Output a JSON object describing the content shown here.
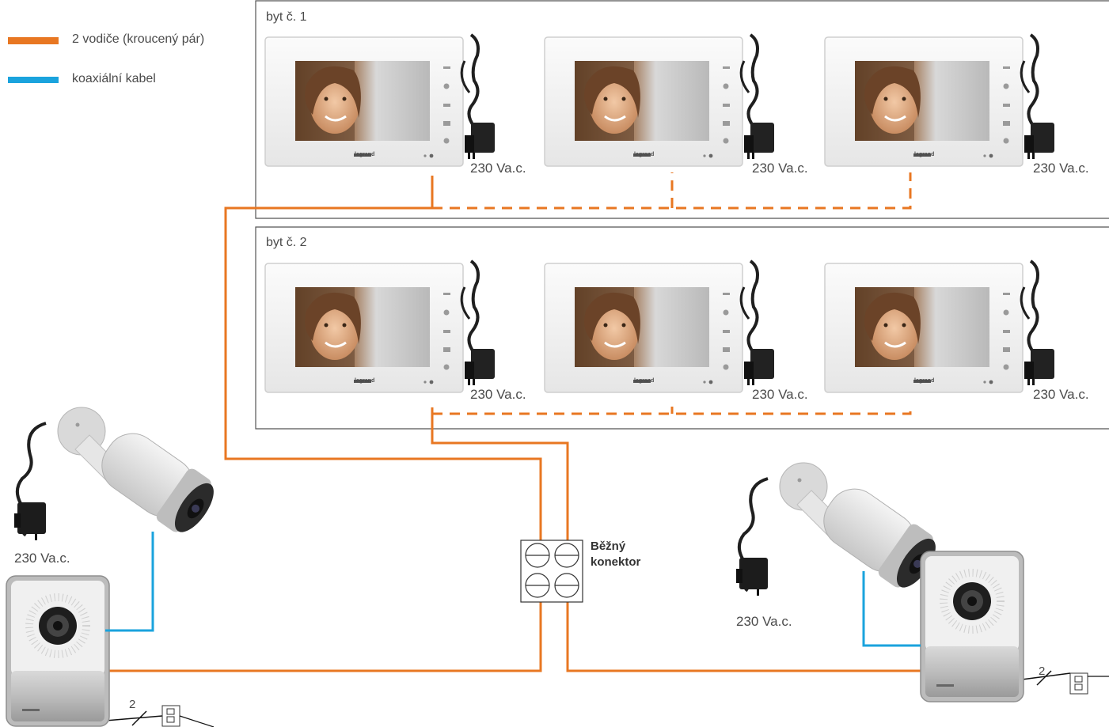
{
  "legend": {
    "items": [
      {
        "label": "2 vodiče (kroucený pár)",
        "color": "#e87722"
      },
      {
        "label": "koaxiální kabel",
        "color": "#1aa3dd"
      }
    ]
  },
  "apartments": [
    {
      "title": "byt č. 1",
      "voltages": [
        "230 Va.c.",
        "230 Va.c.",
        "230 Va.c."
      ]
    },
    {
      "title": "byt č. 2",
      "voltages": [
        "230 Va.c.",
        "230 Va.c.",
        "230 Va.c."
      ]
    }
  ],
  "monitor_brand": "legrand",
  "connector": {
    "label": "Běžný konektor"
  },
  "left_station": {
    "camera_voltage": "230 Va.c.",
    "wire_count": "2"
  },
  "right_station": {
    "camera_voltage": "230 Va.c.",
    "wire_count": "2"
  },
  "colors": {
    "pair": "#e87722",
    "coax": "#1aa3dd",
    "frame": "#555555"
  }
}
